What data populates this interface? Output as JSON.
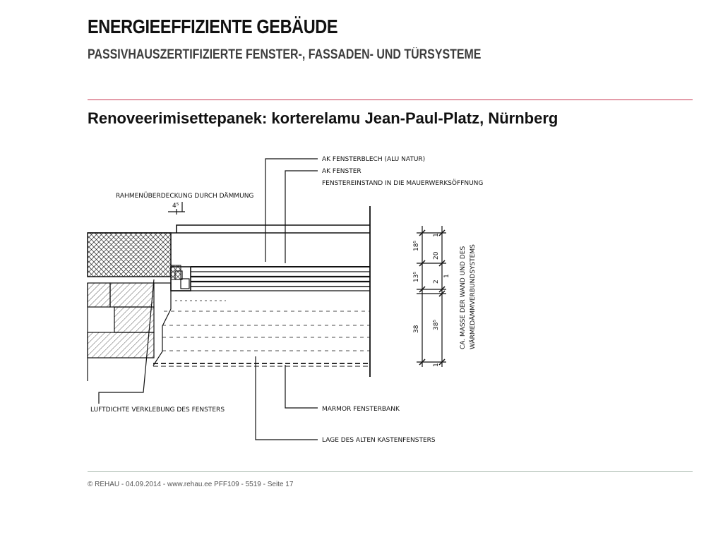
{
  "header": {
    "title": "ENERGIEEFFIZIENTE GEBÄUDE",
    "subtitle": "PASSIVHAUSZERTIFIZIERTE FENSTER-, FASSADEN- UND TÜRSYSTEME"
  },
  "main": {
    "heading": "Renoveerimisettepanek: korterelamu Jean-Paul-Platz, Nürnberg"
  },
  "drawing": {
    "labels": {
      "fensterblech": "AK FENSTERBLECH (ALU NATUR)",
      "fenster": "AK FENSTER",
      "fenstereinstand": "FENSTEREINSTAND IN DIE MAUERWERKSÖFFNUNG",
      "rahmenueberdeckung": "RAHMENÜBERDECKUNG DURCH DÄMMUNG",
      "verklebung": "LUFTDICHTE VERKLEBUNG DES FENSTERS",
      "fensterbank": "MARMOR FENSTERBANK",
      "kastenfenster": "LAGE DES ALTEN KASTENFENSTERS",
      "masse_1": "CA. MASSE DER WAND UND DES",
      "masse_2": "WÄRMEDÄMMVERBUNDSYSTEMS"
    },
    "dimensions": {
      "d_45": "4⁵",
      "d_185": "18⁵",
      "d_135": "13⁵",
      "d_38": "38",
      "d_1a": "1",
      "d_20": "20",
      "d_2": "2",
      "d_1b": "1",
      "d_385": "38⁵",
      "d_1c": "1"
    }
  },
  "footer": {
    "text": "© REHAU - 04.09.2014 - www.rehau.ee PFF109 - 5519 - Seite 17"
  }
}
